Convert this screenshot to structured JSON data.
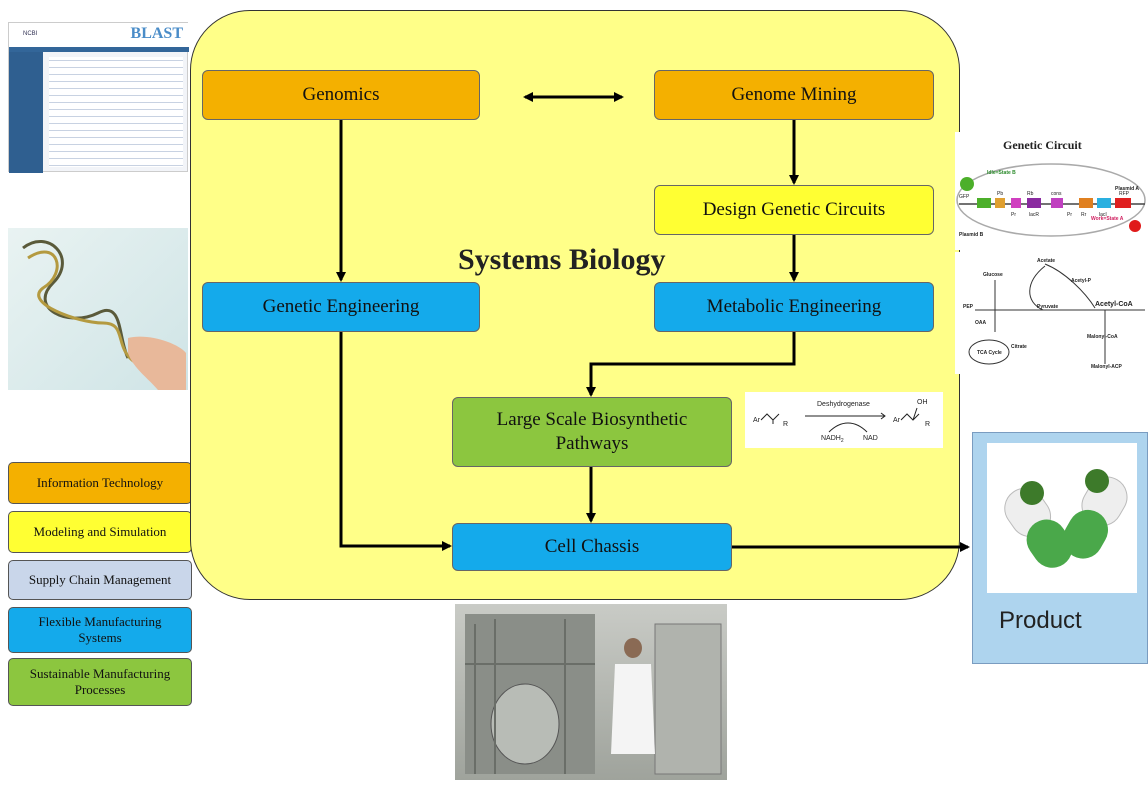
{
  "diagram": {
    "title": "Systems Biology",
    "nodes": {
      "genomics": "Genomics",
      "genome_mining": "Genome Mining",
      "design_genetic_circuits": "Design Genetic Circuits",
      "genetic_engineering": "Genetic Engineering",
      "metabolic_engineering": "Metabolic Engineering",
      "large_scale_line1": "Large Scale Biosynthetic",
      "large_scale_line2": "Pathways",
      "cell_chassis": "Cell Chassis"
    },
    "product_label": "Product"
  },
  "legend": [
    {
      "label": "Information Technology",
      "color": "#f4b000"
    },
    {
      "label": "Modeling and Simulation",
      "color": "#ffff33"
    },
    {
      "label": "Supply Chain Management",
      "color": "#c9d6ea"
    },
    {
      "label": "Flexible Manufacturing Systems",
      "color": "#14aaeb"
    },
    {
      "label": "Sustainable Manufacturing Processes",
      "color": "#8cc63f"
    }
  ],
  "blast_panel": {
    "logo": "BLAST",
    "brand": "NCBI"
  },
  "genetic_circuit": {
    "title": "Genetic Circuit",
    "idle_state": "Idle=State B",
    "work_state": "Work=State A",
    "plasmid_a": "Plasmid A",
    "plasmid_b": "Plasmid B",
    "labels": [
      "GFP",
      "Pb",
      "Pr",
      "Rb",
      "lacR",
      "cons",
      "Pr",
      "Rr",
      "lacI",
      "RFP"
    ]
  },
  "pathway": {
    "labels": [
      "Glucose",
      "Acetate",
      "Acetyl-P",
      "Pyruvate",
      "Acetyl-CoA",
      "PEP",
      "OAA",
      "Citrate",
      "TCA Cycle",
      "Malonyl-CoA",
      "Malonyl-ACP"
    ]
  },
  "reaction": {
    "enzyme": "Deshydrogenase",
    "cofactor_in": "NADH",
    "cofactor_in_sub": "2",
    "cofactor_out": "NAD",
    "substrate_ar": "Ar",
    "substrate_r": "R",
    "product_oh": "OH"
  },
  "colors": {
    "panel": "#ffff88",
    "orange": "#f4b000",
    "yellow": "#ffff33",
    "blue": "#14aaeb",
    "green": "#8cc63f",
    "product_bg": "#aed4ee"
  }
}
